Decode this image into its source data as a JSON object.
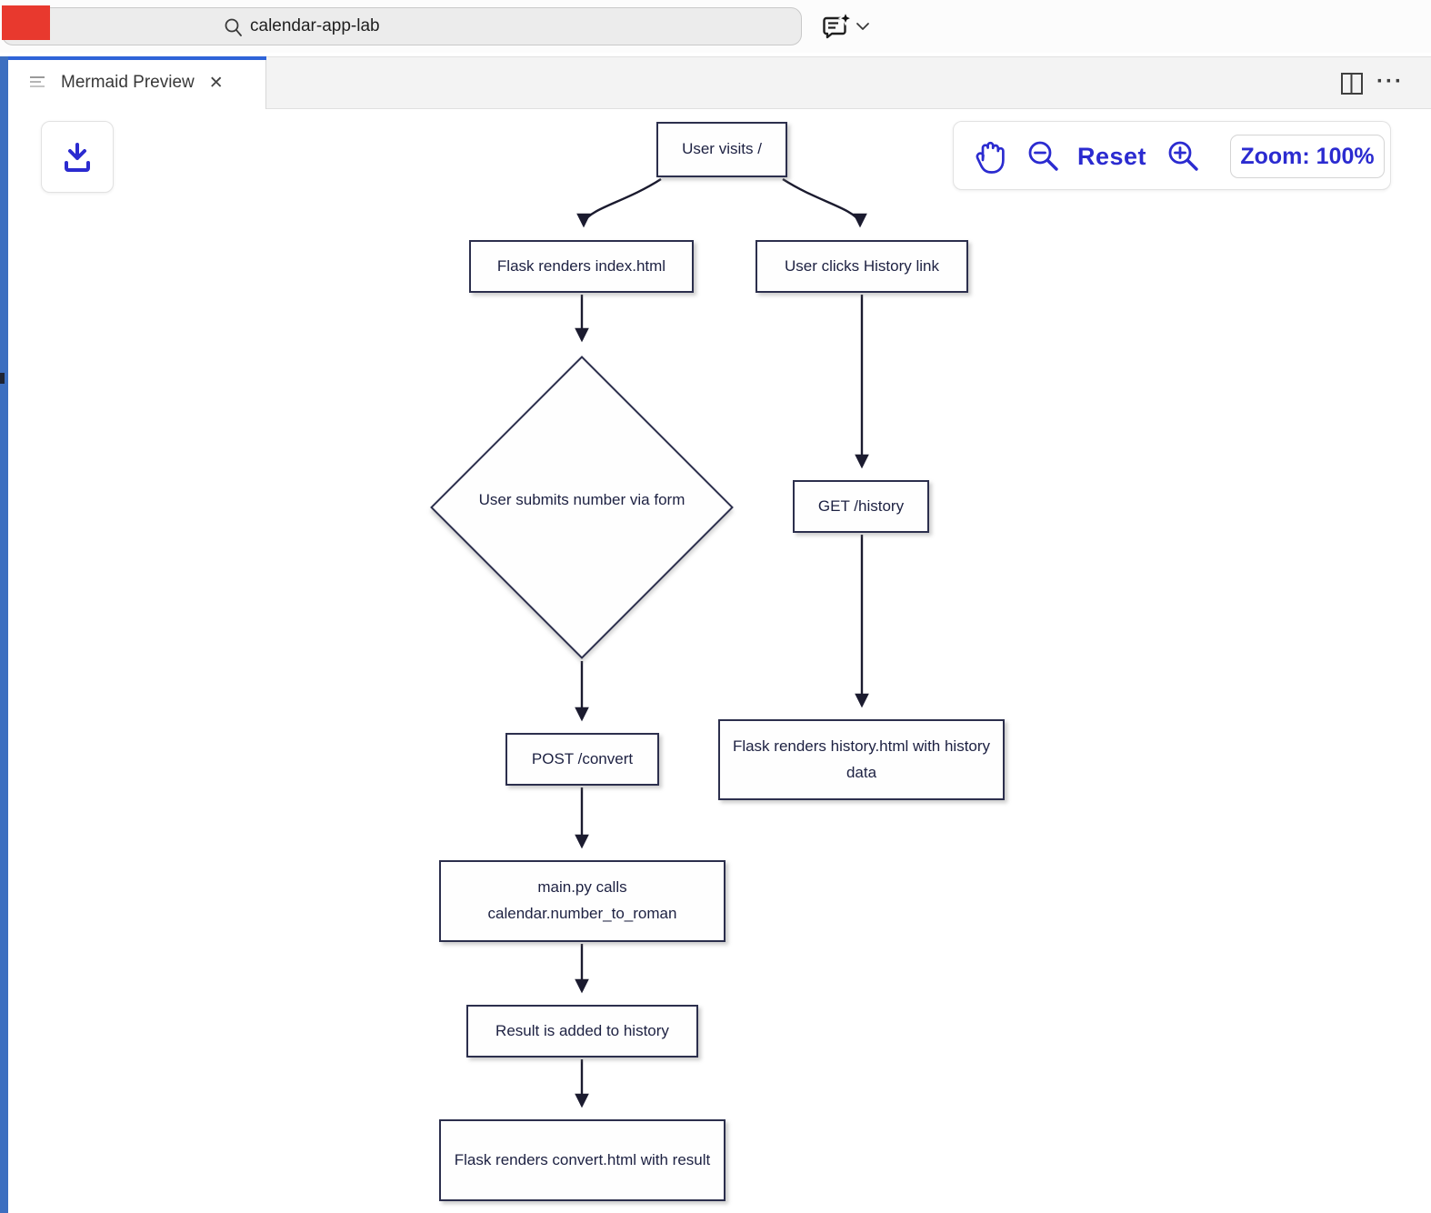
{
  "topbar": {
    "search_value": "calendar-app-lab",
    "search_icon": "magnifier",
    "ai_icon": "compose-sparkle",
    "chevron_icon": "chevron-down"
  },
  "tab": {
    "title": "Mermaid Preview",
    "close_glyph": "✕",
    "list_icon": "preview-list"
  },
  "editor_actions": {
    "split_icon": "split-editor",
    "more_glyph": "···"
  },
  "toolbar": {
    "download_icon": "download",
    "hand_icon": "pan-hand",
    "zoom_out_icon": "magnifier-minus",
    "reset_label": "Reset",
    "zoom_in_icon": "magnifier-plus",
    "zoom_label": "Zoom: 100%",
    "zoom_level": "100%"
  },
  "colors": {
    "preview_accent_blue": "#2b2bd0",
    "tab_border_blue": "#2e63d8",
    "left_bar_blue": "#3d6fc0",
    "node_border": "#2c2f4d",
    "edge_color": "#1b1b2f",
    "red_marker": "#e8392e"
  },
  "flowchart": {
    "type": "flowchart-top-down",
    "nodes": [
      {
        "id": "user-visits",
        "shape": "rect",
        "label": "User visits /"
      },
      {
        "id": "flask-index",
        "shape": "rect",
        "label": "Flask renders index.html"
      },
      {
        "id": "history-link",
        "shape": "rect",
        "label": "User clicks History link"
      },
      {
        "id": "submit-form",
        "shape": "diamond",
        "label": "User submits number via form"
      },
      {
        "id": "get-history",
        "shape": "rect",
        "label": "GET /history"
      },
      {
        "id": "post-convert",
        "shape": "rect",
        "label": "POST /convert"
      },
      {
        "id": "flask-history",
        "shape": "rect",
        "label": "Flask renders history.html with history data"
      },
      {
        "id": "main-py",
        "shape": "rect",
        "label": "main.py calls calendar.number_to_roman"
      },
      {
        "id": "result-added",
        "shape": "rect",
        "label": "Result is added to history"
      },
      {
        "id": "flask-convert",
        "shape": "rect",
        "label": "Flask renders convert.html with result"
      }
    ],
    "edges": [
      {
        "from": "user-visits",
        "to": "flask-index"
      },
      {
        "from": "user-visits",
        "to": "history-link"
      },
      {
        "from": "flask-index",
        "to": "submit-form"
      },
      {
        "from": "history-link",
        "to": "get-history"
      },
      {
        "from": "submit-form",
        "to": "post-convert"
      },
      {
        "from": "get-history",
        "to": "flask-history"
      },
      {
        "from": "post-convert",
        "to": "main-py"
      },
      {
        "from": "main-py",
        "to": "result-added"
      },
      {
        "from": "result-added",
        "to": "flask-convert"
      }
    ]
  }
}
